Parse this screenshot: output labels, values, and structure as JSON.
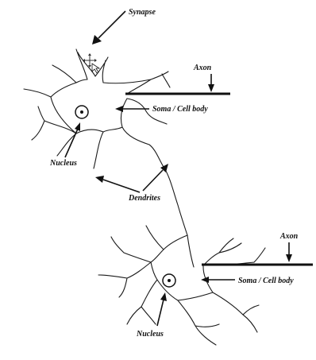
{
  "labels": {
    "synapse": "Synapse",
    "axon_top": "Axon",
    "soma_top": "Soma / Cell body",
    "nucleus_top": "Nucleus",
    "dendrites": "Dendrites",
    "axon_bottom": "Axon",
    "soma_bottom": "Soma / Cell body",
    "nucleus_bottom": "Nucleus"
  },
  "icons": {
    "cursor": "move-cursor-icon"
  }
}
